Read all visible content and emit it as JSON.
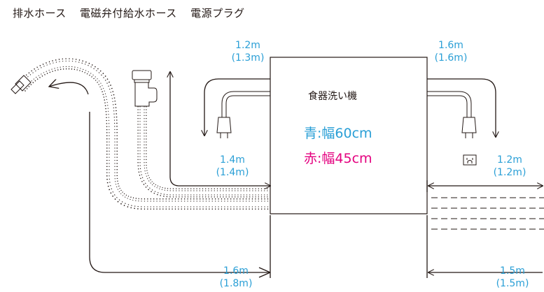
{
  "title": {
    "drain_hose": "排水ホース",
    "supply_hose": "電磁弁付給水ホース",
    "power_plug": "電源プラグ"
  },
  "machine": {
    "name": "食器洗い機",
    "blue_width": "青:幅60cm",
    "red_width": "赤:幅45cm"
  },
  "measurements": {
    "top_left": {
      "value": "1.2m",
      "paren": "(1.3m)"
    },
    "top_right": {
      "value": "1.6m",
      "paren": "(1.6m)"
    },
    "mid_left": {
      "value": "1.4m",
      "paren": "(1.4m)"
    },
    "mid_right": {
      "value": "1.2m",
      "paren": "(1.2m)"
    },
    "bottom_left": {
      "value": "1.6m",
      "paren": "(1.8m)"
    },
    "bottom_right": {
      "value": "1.5m",
      "paren": "(1.5m)"
    }
  },
  "colors": {
    "text": "#231815",
    "measure": "#2a9fd6",
    "blue_width": "#2a9fd6",
    "red_width": "#e4007f"
  },
  "icons": [
    "outlet-icon",
    "power-plug-icon",
    "solenoid-valve-icon",
    "arrow-icon"
  ]
}
